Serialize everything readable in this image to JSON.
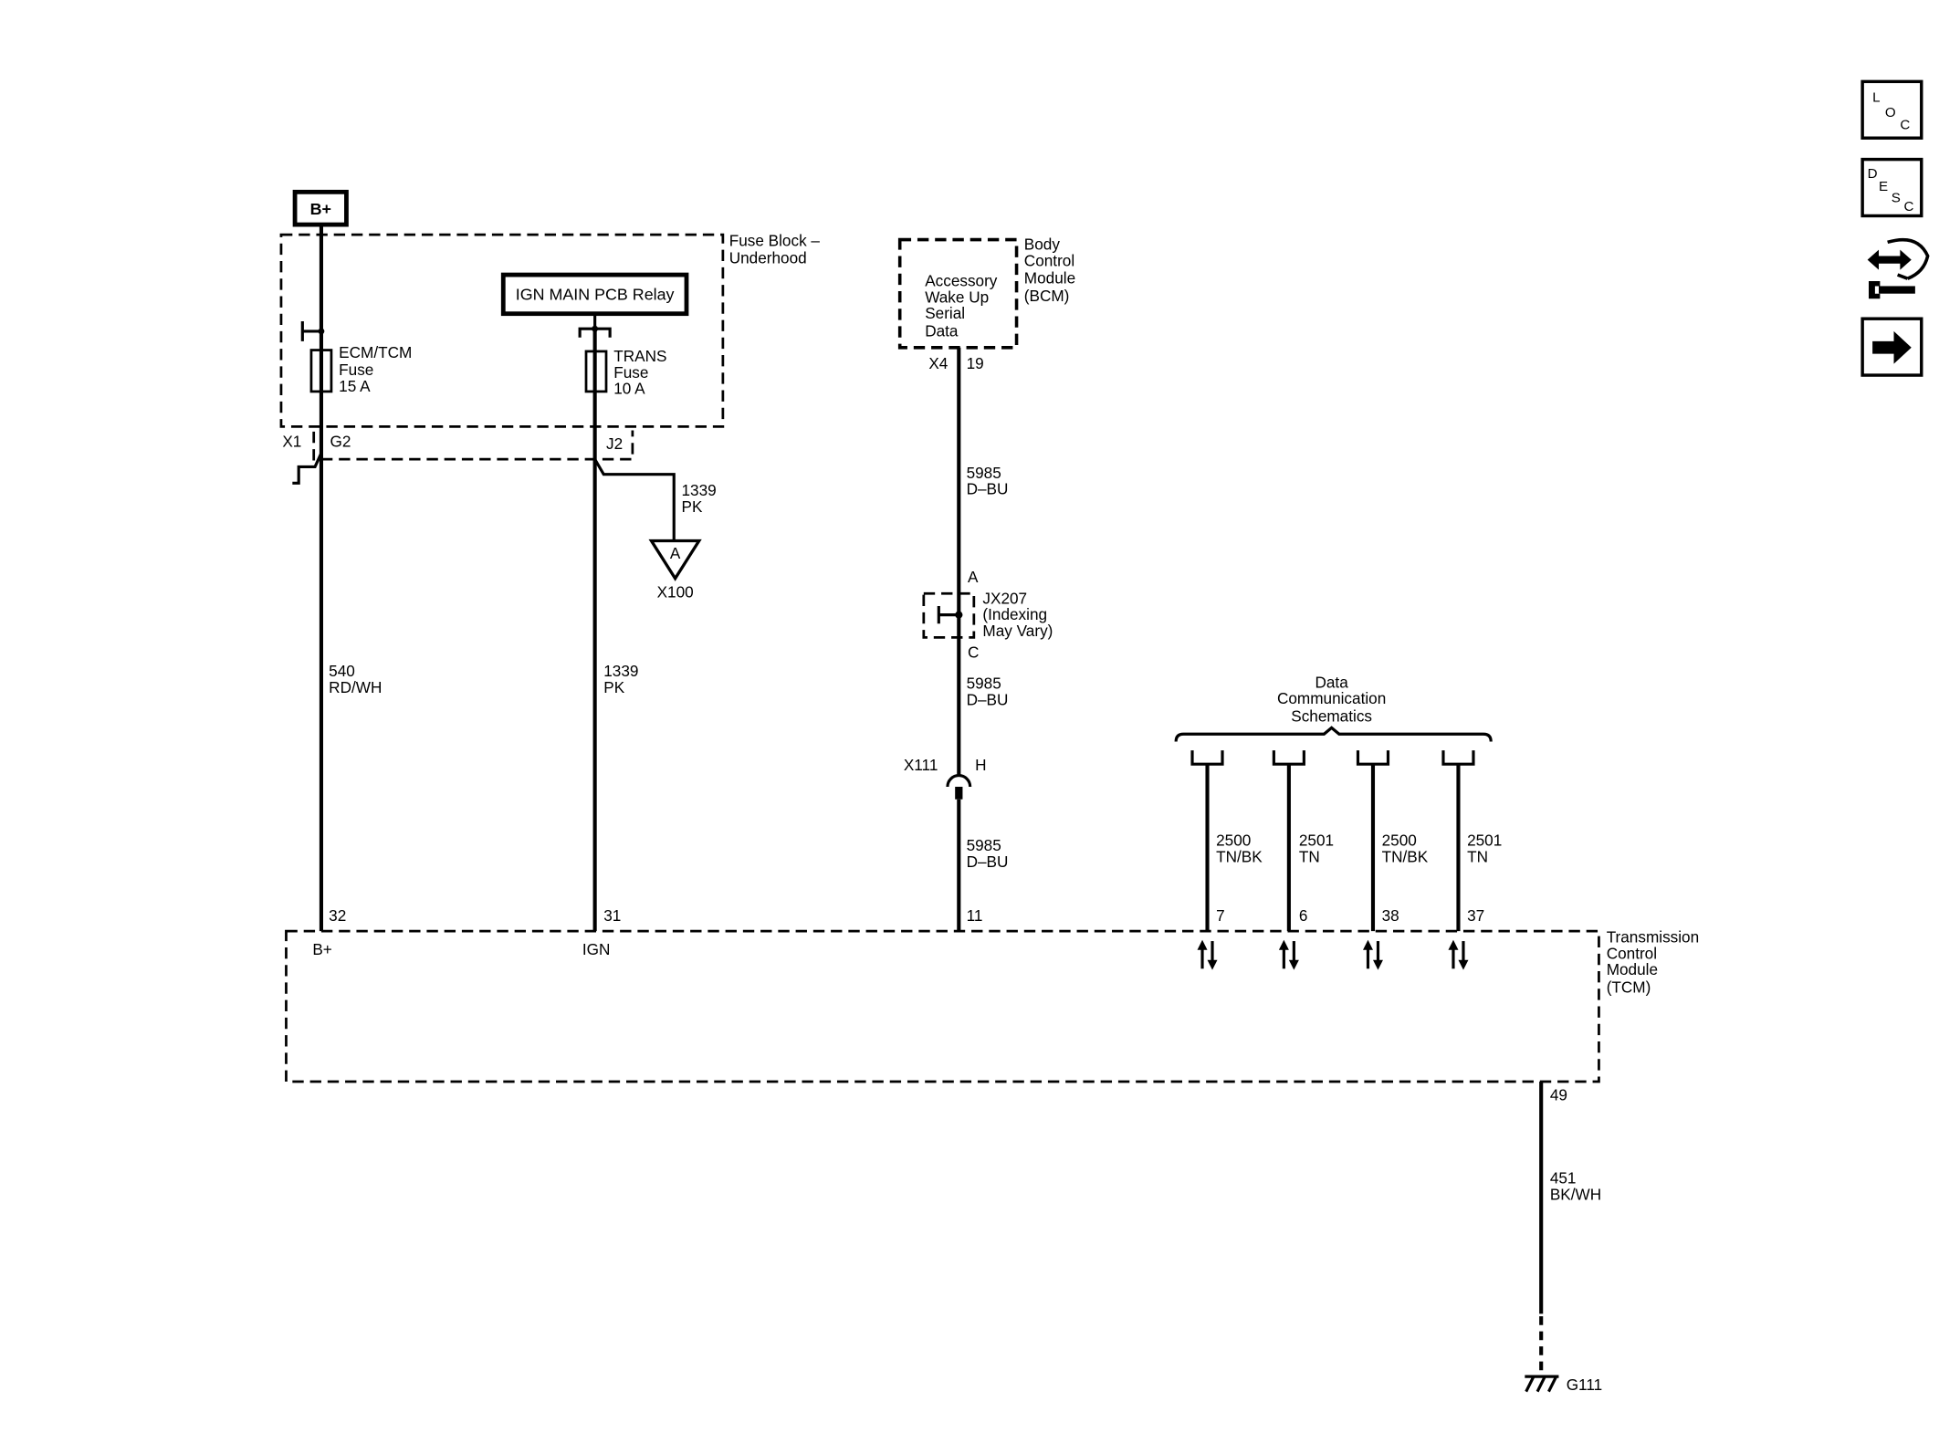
{
  "colors": {
    "ink": "#000000",
    "paper": "#ffffff"
  },
  "side_nav": {
    "loc": {
      "letters": [
        "L",
        "O",
        "C"
      ],
      "icon": "loc-icon"
    },
    "desc": {
      "letters": [
        "D",
        "E",
        "S",
        "C"
      ],
      "icon": "desc-icon"
    },
    "tools": {
      "icon": "tools-icon"
    },
    "next": {
      "icon": "arrow-right-icon"
    }
  },
  "power_source": {
    "label": "B+"
  },
  "fuse_block": {
    "name": [
      "Fuse Block –",
      "Underhood"
    ],
    "connector": "X1"
  },
  "relay": {
    "label": "IGN MAIN PCB Relay"
  },
  "fuses": [
    {
      "lines": [
        "ECM/TCM",
        "Fuse",
        "15 A"
      ],
      "pin": "G2"
    },
    {
      "lines": [
        "TRANS",
        "Fuse",
        "10 A"
      ],
      "pin": "J2"
    }
  ],
  "x100_branch": {
    "wire": [
      "1339",
      "PK"
    ],
    "terminal": "A",
    "connector": "X100"
  },
  "bcm": {
    "circuit": [
      "Accessory",
      "Wake Up",
      "Serial",
      "Data"
    ],
    "name": [
      "Body",
      "Control",
      "Module",
      "(BCM)"
    ],
    "connector": "X4",
    "pin": "19"
  },
  "splice": {
    "pin_in": "A",
    "pin_out": "C",
    "name": [
      "JX207",
      "(Indexing",
      "May Vary)"
    ]
  },
  "inline_connector": {
    "name": "X111",
    "pin": "H"
  },
  "circuits": {
    "b_plus": {
      "wire": [
        "540",
        "RD/WH"
      ],
      "tcm_pin": "32",
      "tcm_label": "B+"
    },
    "ign": {
      "wire": [
        "1339",
        "PK"
      ],
      "tcm_pin": "31",
      "tcm_label": "IGN"
    },
    "serial": {
      "segments": [
        [
          "5985",
          "D–BU"
        ],
        [
          "5985",
          "D–BU"
        ],
        [
          "5985",
          "D–BU"
        ]
      ],
      "tcm_pin": "11"
    }
  },
  "data_comm": {
    "label": [
      "Data",
      "Communication",
      "Schematics"
    ],
    "lines": [
      {
        "wire": [
          "2500",
          "TN/BK"
        ],
        "pin": "7"
      },
      {
        "wire": [
          "2501",
          "TN"
        ],
        "pin": "6"
      },
      {
        "wire": [
          "2500",
          "TN/BK"
        ],
        "pin": "38"
      },
      {
        "wire": [
          "2501",
          "TN"
        ],
        "pin": "37"
      }
    ]
  },
  "tcm": {
    "name": [
      "Transmission",
      "Control",
      "Module",
      "(TCM)"
    ]
  },
  "ground": {
    "pin": "49",
    "wire": [
      "451",
      "BK/WH"
    ],
    "name": "G111"
  }
}
